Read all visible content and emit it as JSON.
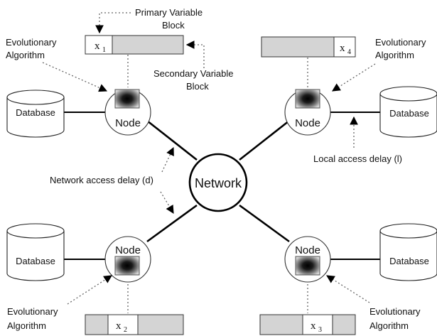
{
  "network": {
    "label": "Network"
  },
  "nodes": [
    {
      "id": "top-left",
      "label": "Node",
      "database": "Database",
      "ea_label": [
        "Evolutionary",
        "Algorithm"
      ],
      "block": "x",
      "sub": "1"
    },
    {
      "id": "top-right",
      "label": "Node",
      "database": "Database",
      "ea_label": [
        "Evolutionary",
        "Algorithm"
      ],
      "block": "x",
      "sub": "4"
    },
    {
      "id": "bottom-left",
      "label": "Node",
      "database": "Database",
      "ea_label": [
        "Evolutionary",
        "Algorithm"
      ],
      "block": "x",
      "sub": "2"
    },
    {
      "id": "bottom-right",
      "label": "Node",
      "database": "Database",
      "ea_label": [
        "Evolutionary",
        "Algorithm"
      ],
      "block": "x",
      "sub": "3"
    }
  ],
  "annotations": {
    "primary_variable_block": [
      "Primary Variable",
      "Block"
    ],
    "secondary_variable_block": [
      "Secondary Variable",
      "Block"
    ],
    "network_access_delay": "Network access delay (d)",
    "local_access_delay": "Local access delay (l)"
  }
}
